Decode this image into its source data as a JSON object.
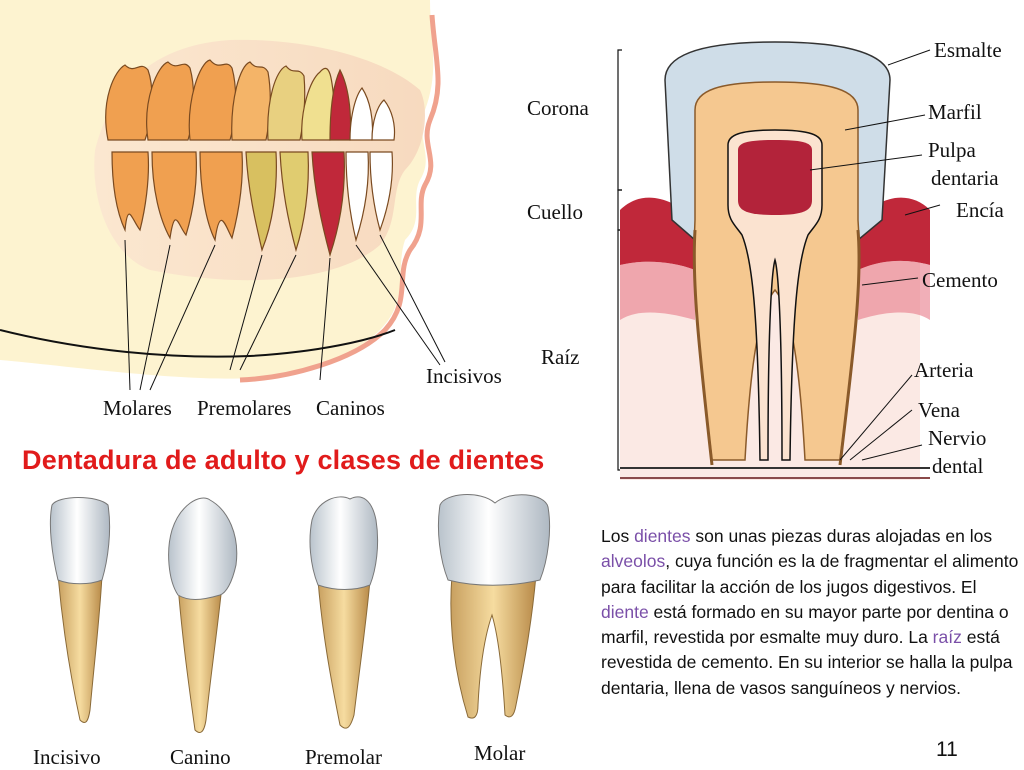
{
  "title": "Dentadura de adulto y clases de dientes",
  "jaw_labels": {
    "molares": "Molares",
    "premolares": "Premolares",
    "caninos": "Caninos",
    "incisivos": "Incisivos"
  },
  "tooth_section": {
    "corona": "Corona",
    "cuello": "Cuello",
    "raiz": "Raíz",
    "esmalte": "Esmalte",
    "marfil": "Marfil",
    "pulpa_1": "Pulpa",
    "pulpa_2": "dentaria",
    "encia": "Encía",
    "cemento": "Cemento",
    "arteria": "Arteria",
    "vena": "Vena",
    "nervio_1": "Nervio",
    "nervio_2": "dental"
  },
  "tooth_types": {
    "incisivo": "Incisivo",
    "canino": "Canino",
    "premolar": "Premolar",
    "molar": "Molar"
  },
  "paragraph": {
    "p1": "Los ",
    "w_dientes": "dientes",
    "p2": " son unas piezas duras alojadas en los ",
    "w_alveolos": "alveolos",
    "p3": ", cuya función es la de fragmentar el alimento para facilitar la acción de los jugos digestivos. El ",
    "w_diente": "diente",
    "p4": " está formado en su mayor parte por dentina o marfil, revestida por esmalte muy duro. La ",
    "w_raiz": "raíz",
    "p5": " está revestida de cemento. En su interior se halla la pulpa dentaria, llena de vasos sanguíneos y nervios."
  },
  "page_number": "11",
  "colors": {
    "title_red": "#e11b1b",
    "molar_orange": "#f0a050",
    "premolar_yellow": "#d8c060",
    "canine_red": "#c0283a",
    "gum_pink": "#f4a7a0",
    "enamel_blue": "#cfdde8",
    "dentin_tan": "#f5c890",
    "pulp_red": "#b3233a",
    "link_purple": "#7a4fa8"
  }
}
